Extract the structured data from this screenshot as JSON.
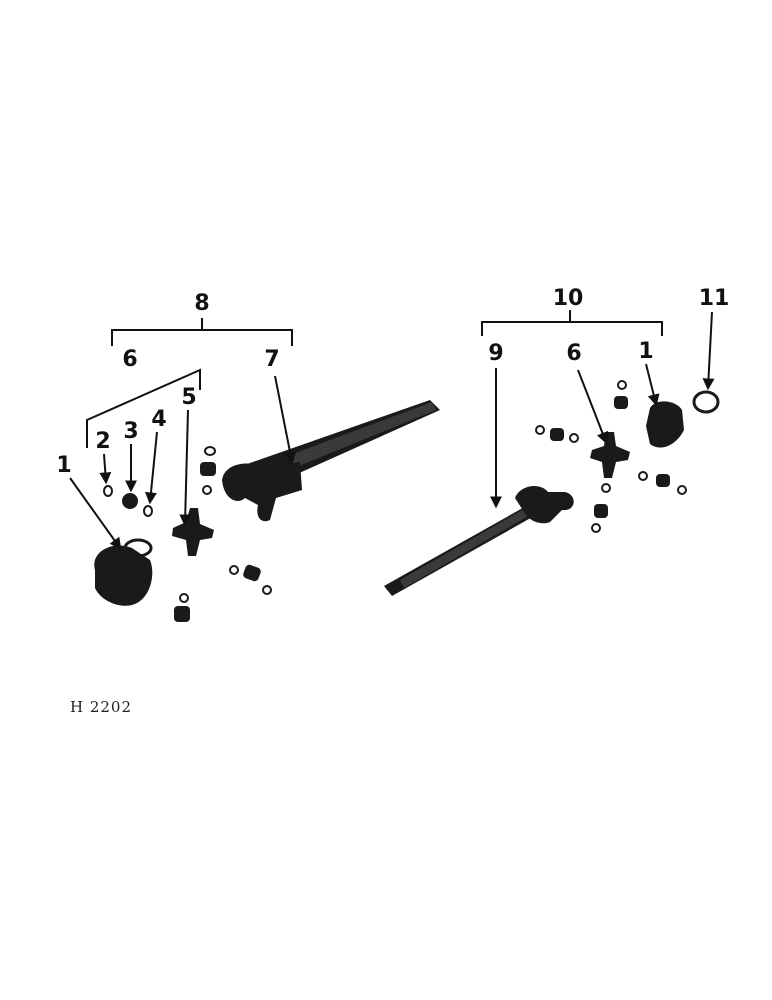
{
  "figure_id": "H 2202",
  "callouts": {
    "c8": "8",
    "c6_left": "6",
    "c7": "7",
    "c2": "2",
    "c3": "3",
    "c4": "4",
    "c5": "5",
    "c1_left": "1",
    "c10": "10",
    "c11": "11",
    "c9": "9",
    "c6_right": "6",
    "c1_right": "1"
  }
}
